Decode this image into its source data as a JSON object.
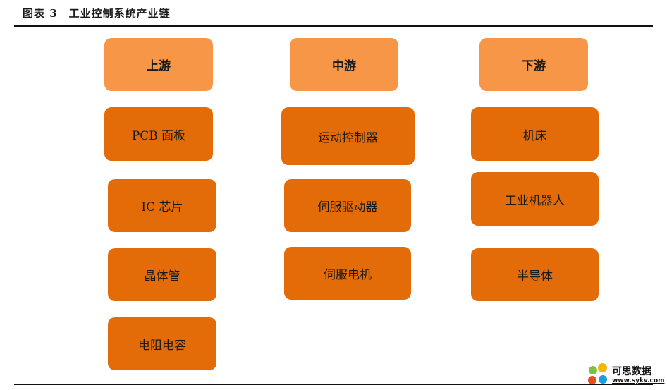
{
  "figure": {
    "title": "图表 3　工业控制系统产业链"
  },
  "columns": [
    {
      "header": "上游",
      "items": [
        "PCB 面板",
        "IC 芯片",
        "晶体管",
        "电阻电容"
      ]
    },
    {
      "header": "中游",
      "items": [
        "运动控制器",
        "伺服驱动器",
        "伺服电机"
      ]
    },
    {
      "header": "下游",
      "items": [
        "机床",
        "工业机器人",
        "半导体"
      ]
    }
  ],
  "watermark": {
    "name": "可思数据",
    "url": "www.sykv.com",
    "colors": [
      "#f5b800",
      "#7ac143",
      "#e94e1b",
      "#1b9be0"
    ]
  },
  "colors": {
    "header_fill": "#f79646",
    "item_fill": "#e36c09"
  }
}
